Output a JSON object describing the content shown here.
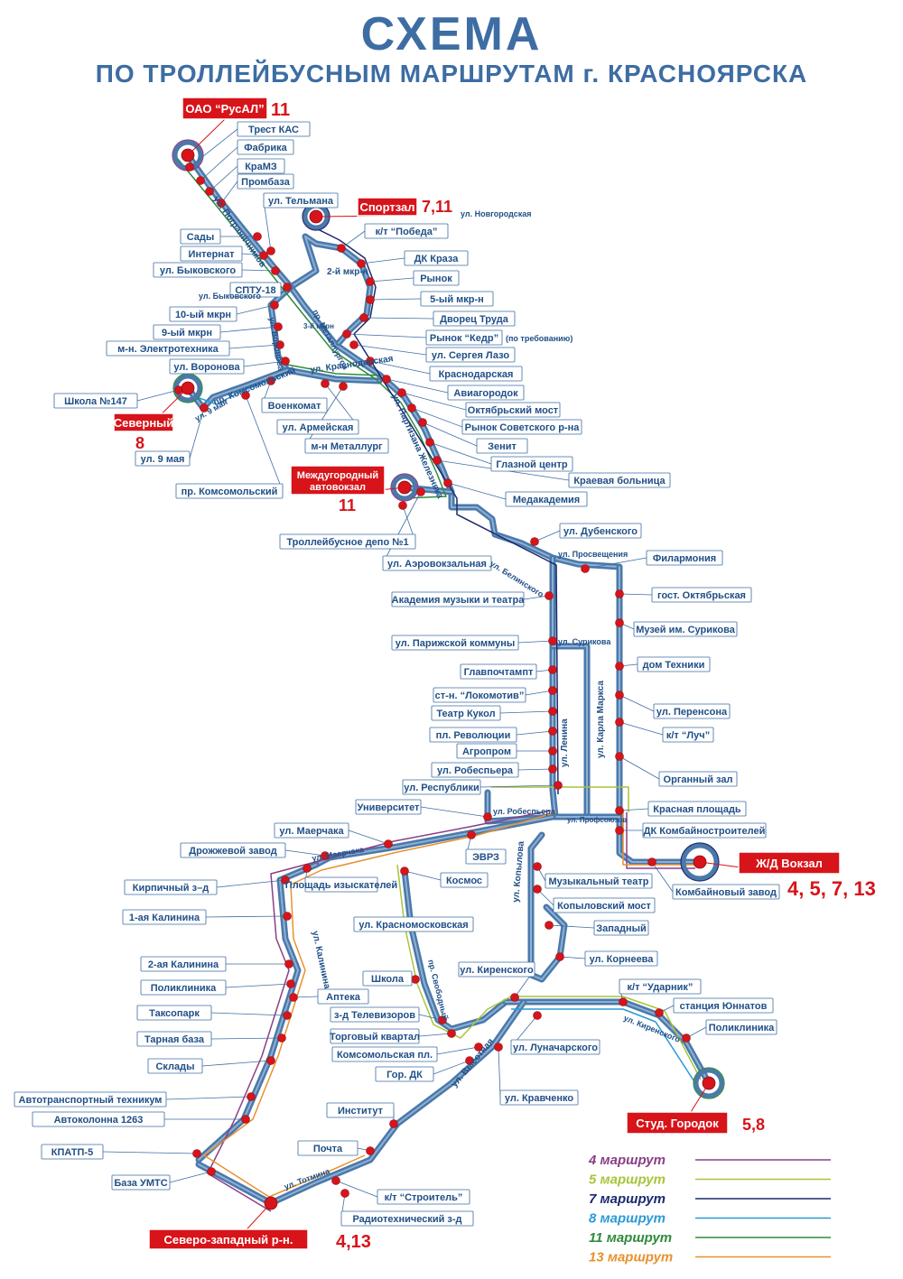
{
  "title": "СХЕМА",
  "subtitle": "ПО ТРОЛЛЕЙБУСНЫМ МАРШРУТАМ г. КРАСНОЯРСКА",
  "colors": {
    "trunk": "#4a79aa",
    "trunk_light": "#8fb0d4",
    "stop": "#d7141a",
    "label_text": "#1f4f87",
    "label_border": "#3d6da3",
    "terminal_bg": "#d7141a",
    "terminal_num": "#d7141a"
  },
  "terminals": {
    "rusal": {
      "name": "ОАО “РусАЛ”",
      "routes": "11"
    },
    "sportzal": {
      "name": "Спортзал",
      "routes": "7,11"
    },
    "severny": {
      "name": "Северный",
      "routes": "8"
    },
    "avtovokzal": {
      "name": "Междугородный автовокзал",
      "routes": "11"
    },
    "vokzal": {
      "name": "Ж/Д Вокзал",
      "routes": "4, 5, 7, 13"
    },
    "studgorodok": {
      "name": "Студ. Городок",
      "routes": "5,8"
    },
    "szr": {
      "name": "Северо-западный р-н.",
      "routes": "4,13"
    }
  },
  "stops": {
    "trest_kas": "Трест КАС",
    "fabrika": "Фабрика",
    "kramz": "КраМЗ",
    "prombaza": "Промбаза",
    "telmana": "ул. Тельмана",
    "sady": "Сады",
    "internat": "Интернат",
    "bykovskogo": "ул. Быковского",
    "sptu18": "СПТУ-18",
    "mkr10": "10-ый мкрн",
    "mkr9": "9-ый мкрн",
    "elektrotehnika": "м-н. Электротехника",
    "voronova": "ул. Воронова",
    "shkola147": "Школа №147",
    "ul9maya": "ул. 9 мая",
    "komsomolsky": "пр. Комсомольский",
    "voenkomat": "Военкомат",
    "armeyskaya": "ул. Армейская",
    "metallurg": "м-н Металлург",
    "kt_pobeda": "к/т “Победа”",
    "dk_kraza": "ДК Краза",
    "rynok": "Рынок",
    "mkr5": "5-ый мкр-н",
    "dvorets_truda": "Дворец Труда",
    "rynok_kedr": "Рынок “Кедр”",
    "kedr_note": "(по требованию)",
    "lazo": "ул. Сергея Лазо",
    "krasnodarskaya": "Краснодарская",
    "aviagorodok": "Авиагородок",
    "oktyabrsky_most": "Октябрьский мост",
    "rynok_sov": "Рынок Советского р-на",
    "zenit": "Зенит",
    "glaznoy": "Глазной центр",
    "kraevaya": "Краевая больница",
    "medakademiya": "Медакадемия",
    "depo1": "Троллейбусное депо №1",
    "aerovokzalnaya": "ул. Аэровокзальная",
    "dubenskogo": "ул. Дубенского",
    "filarmoniya": "Филармония",
    "gost_okt": "гост. Октябрьская",
    "muzey_surikova": "Музей им. Сурикова",
    "dom_tehniki": "дом Техники",
    "akademiya_muzyki": "Академия музыки и театра",
    "parizhskoy": "ул. Парижской коммуны",
    "glavpochtamt": "Главпочтампт",
    "lokomotiv": "ст-н. “Локомотив”",
    "teatr_kukol": "Театр Кукол",
    "pl_revolyutsii": "пл. Революции",
    "agroprom": "Агропром",
    "robespyera": "ул. Робеспьера",
    "respubliki": "ул. Республики",
    "perensona": "ул. Перенсона",
    "kt_luch": "к/т “Луч”",
    "organny": "Органный зал",
    "krasnaya_pl": "Красная площадь",
    "dk_kombain": "ДК Комбайностроителей",
    "kombainovy": "Комбайновый завод",
    "universitet": "Университет",
    "maerchaka": "ул. Маерчака",
    "evrz": "ЭВРЗ",
    "drozhzhevoy": "Дрожжевой завод",
    "kosmos": "Космос",
    "kirpichny": "Кирпичный з–д",
    "pl_izyskateley": "Площадь изыскателей",
    "kalinina1": "1-ая Калинина",
    "krasnomoskovskaya": "ул. Красномосковская",
    "muz_teatr": "Музыкальный театр",
    "kopylovsky_most": "Копыловский мост",
    "zapadny": "Западный",
    "korneeva": "ул. Корнеева",
    "kalinina2": "2-ая Калинина",
    "poliklinika1": "Поликлиника",
    "shkola": "Школа",
    "apteka": "Аптека",
    "kirenskogo": "ул. Киренского",
    "kt_udarnik": "к/т “Ударник”",
    "yunnatov": "станция Юннатов",
    "poliklinika2": "Поликлиника",
    "taksopark": "Таксопарк",
    "televizorov": "з-д Телевизоров",
    "tarnaya": "Тарная база",
    "torgovy": "Торговый квартал",
    "lunacharskogo": "ул. Луначарского",
    "komsomolskaya_pl": "Комсомольская пл.",
    "sklady": "Склады",
    "gor_dk": "Гор. ДК",
    "kravchenko": "ул. Кравченко",
    "avtotehnikum": "Автотранспортный техникум",
    "institut": "Институт",
    "avtokolonna": "Автоколонна 1263",
    "kpatp5": "КПАТП-5",
    "pochta": "Почта",
    "baza_umts": "База УМТС",
    "kt_stroitel": "к/т “Строитель”",
    "radiotehnichesky": "Радиотехнический з-д"
  },
  "streets": {
    "pogranichnikov": "ул. Пограничников",
    "novgorodskaya": "ул. Новгородская",
    "mkr2": "2-й мкр-н",
    "bykovskogo": "ул. Быковского",
    "voronova": "ул. Воронова",
    "metallurgov": "пр. Металлургов",
    "mkr3": "3-й мкрн",
    "krasnodarskaya": "ул. Краснодарская",
    "komsomolsky": "пр. Комсомольский",
    "ul9maya": "ул. 9 мая",
    "partizana": "ул. Партизана Железняка",
    "belinskogo": "ул. Белинского",
    "prosvescheniya": "ул. Просвещения",
    "surikova": "ул. Сурикова",
    "lenina": "ул. Ленина",
    "karla_marksa": "ул. Карла Маркса",
    "robespyera": "ул. Робеспьера",
    "profsoyuzov": "ул. Профсоюзов",
    "maerchaka": "ул. Маерчака",
    "kalinina": "ул. Калинина",
    "kopylova": "ул. Копылова",
    "svobodny": "пр. Свободный",
    "kirenskogo": "ул. Киренского",
    "vysotnaya": "ул. Высотная",
    "totmina": "ул. Тотмина"
  },
  "legend": [
    {
      "label": "4 маршрут",
      "color": "#8a3f86"
    },
    {
      "label": "5 маршрут",
      "color": "#a8c43a"
    },
    {
      "label": "7 маршрут",
      "color": "#1c2a6e"
    },
    {
      "label": "8 маршрут",
      "color": "#2a9ad4"
    },
    {
      "label": "11 маршрут",
      "color": "#2e8b3a"
    },
    {
      "label": "13 маршрут",
      "color": "#e8912f"
    }
  ]
}
